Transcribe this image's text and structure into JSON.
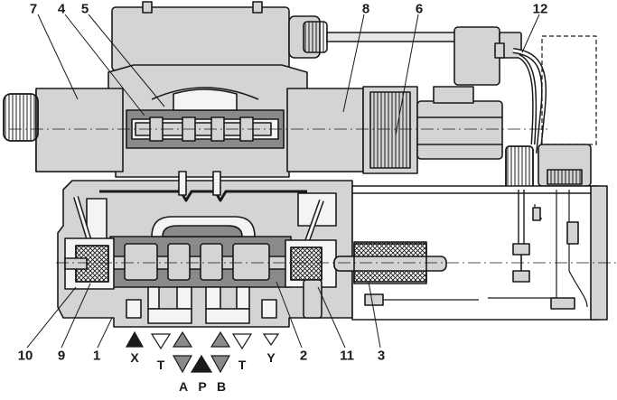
{
  "callouts": {
    "n1": "1",
    "n2": "2",
    "n3": "3",
    "n4": "4",
    "n5": "5",
    "n6": "6",
    "n7": "7",
    "n8": "8",
    "n9": "9",
    "n10": "10",
    "n11": "11",
    "n12": "12"
  },
  "ports": {
    "x": "X",
    "t_left": "T",
    "a": "A",
    "p": "P",
    "b": "B",
    "t_right": "T",
    "y": "Y"
  },
  "colors": {
    "body": "#d4d4d4",
    "dark": "#8a8a8a",
    "line": "#1a1a1a",
    "bore": "#f4f4f4"
  }
}
